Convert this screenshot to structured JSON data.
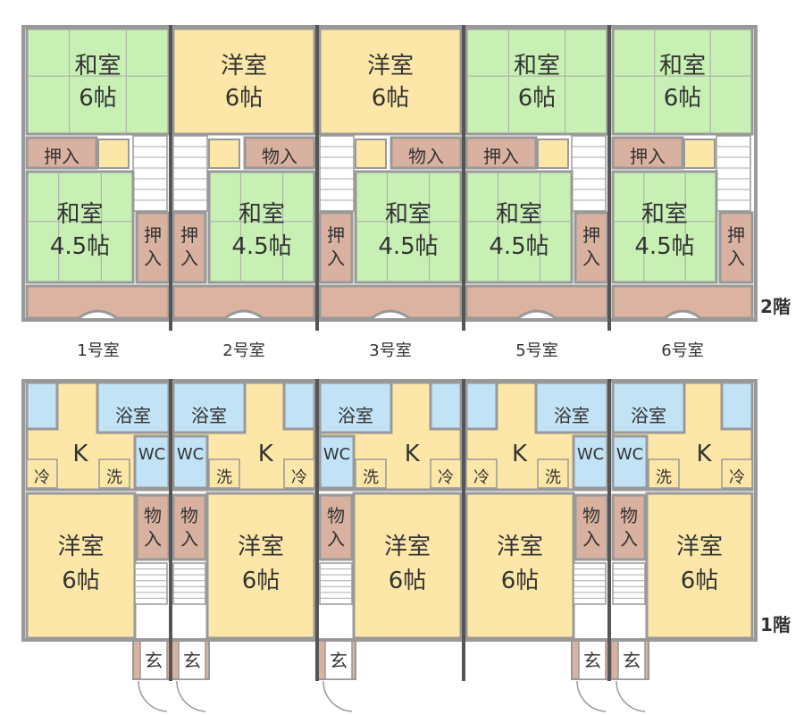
{
  "floor_labels": {
    "upper": "2階",
    "lower": "1階"
  },
  "unit_labels": [
    "1号室",
    "2号室",
    "3号室",
    "5号室",
    "6号室"
  ],
  "rooms": {
    "washitsu": "和室",
    "youshitsu": "洋室",
    "six_tatami": "6帖",
    "four_half_tatami": "4.5帖",
    "oshiire": "押入",
    "oshiire_v1": "押",
    "oshiire_v2": "入",
    "monoire": "物入",
    "monoire_v1": "物",
    "monoire_v2": "入",
    "bath": "浴室",
    "kitchen": "K",
    "toilet": "WC",
    "wash": "洗",
    "fridge": "冷",
    "entrance": "玄"
  },
  "colors": {
    "washitsu": "#c8f0b4",
    "youshitsu": "#fde7a8",
    "storage": "#d9b1a0",
    "balcony": "#dcb3a0",
    "wet": "#c2e2f6",
    "wall": "#999999",
    "divider": "#555555"
  }
}
